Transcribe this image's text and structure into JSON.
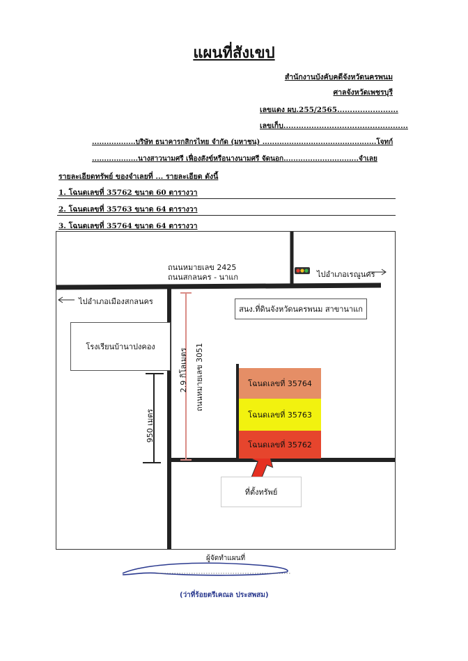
{
  "document": {
    "title": "แผนที่สังเขป",
    "office": "สำนักงานบังคับคดีจังหวัดนครพนม",
    "court": "ศาลจังหวัดเพชรบุรี",
    "red_case_no": "เลขแดง ผบ.255/2565........................",
    "collection_no": "เลขเก็บ.................................................",
    "plaintiff_line": "..................บริษัท ธนาคารกสิกรไทย จำกัด (มหาชน) ...............................................โจทก์",
    "defendant_line": "...................นางสาวนามศรี เฟื่องสังข์หรือนางนามศรี จัดนอก...............................จำเลย",
    "detail_heading": "รายละเอียดทรัพย์ ของจำเลยที่ ... รายละเอียด ดังนี้",
    "items": [
      "1. โฉนดเลขที่ 35762  ขนาด  60 ตารางวา",
      "2. โฉนดเลขที่ 35763  ขนาด  64 ตารางวา",
      "3. โฉนดเลขที่ 35764  ขนาด  64 ตารางวา"
    ]
  },
  "map": {
    "road_main_1": "ถนนหมายเลข 2425",
    "road_main_2": "ถนนสกลนคร - นาแก",
    "to_renu": "ไปอำเภอเรณูนคร",
    "to_sakon": "ไปอำเภอเมืองสกลนคร",
    "land_office": "สนง.ที่ดินจังหวัดนครพนม สาขานาแก",
    "school": "โรงเรียนบ้านาปงคอง",
    "distance_km": "2.9 กิโลเมตร",
    "road_3051": "ถนนหมายเลข 3051",
    "distance_m": "950 เมตร",
    "plots": [
      {
        "label": "โฉนดเลขที่ 35764",
        "color": "#e58e66"
      },
      {
        "label": "โฉนดเลขที่ 35763",
        "color": "#f2f20f"
      },
      {
        "label": "โฉนดเลขที่ 35762",
        "color": "#e6452d"
      }
    ],
    "property_location": "ที่ตั้งทรัพย์",
    "traffic_light": "traffic-light-icon"
  },
  "footer": {
    "maker": "ผู้จัดทำแผนที่",
    "signer": "(ว่าที่ร้อยตรีเคณล ประสพสม)"
  }
}
